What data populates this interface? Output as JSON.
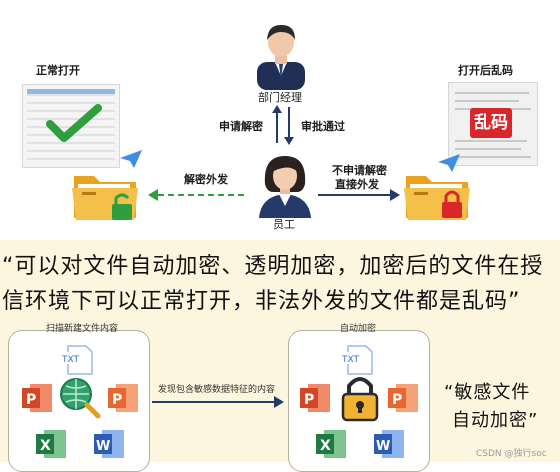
{
  "top": {
    "manager_label": "部门经理",
    "employee_label": "员工",
    "request_decrypt": "申请解密",
    "approve_pass": "审批通过",
    "decrypt_send": "解密外发",
    "no_request_line1": "不申请解密",
    "no_request_line2": "直接外发",
    "left_title": "正常打开",
    "right_title": "打开后乱码",
    "garbled_text": "乱码"
  },
  "quote1": {
    "line1": "“可以对文件自动加密、透明加密，加密后的文件在授",
    "line2": "信环境下可以正常打开，非法外发的文件都是乱码”"
  },
  "bottom": {
    "left_title": "扫描新建文件内容",
    "right_title": "自动加密",
    "arrow_label": "发现包含敏感数据特征的内容",
    "quote_line1": "“敏感文件",
    "quote_line2": "自动加密”",
    "txt_label": "TXT",
    "watermark": "CSDN @独行soc"
  },
  "colors": {
    "navy": "#233a6b",
    "green": "#2e9e3e",
    "red": "#d8262b",
    "folder": "#f2b233",
    "blue": "#2a6fd6"
  }
}
